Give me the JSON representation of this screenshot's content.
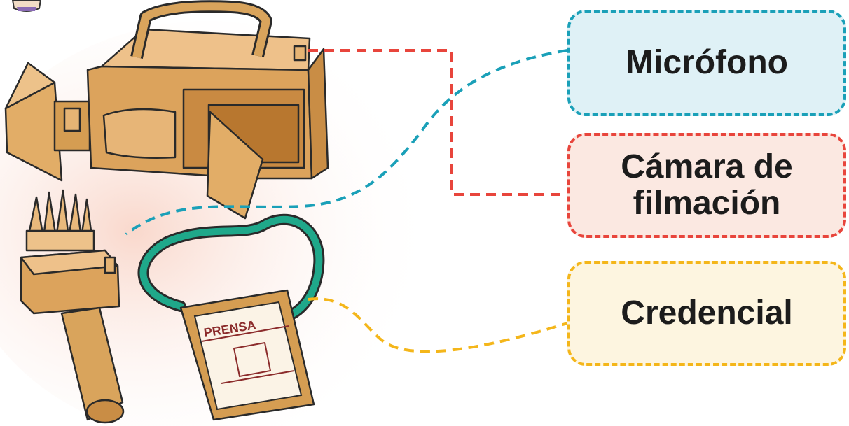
{
  "labels": {
    "microphone": "Micrófono",
    "camera": "Cámara de filmación",
    "credential": "Credencial"
  },
  "badge_text": "PRENSA",
  "colors": {
    "microphone": "#1aa0b8",
    "microphone_fill": "#dff1f6",
    "camera": "#e8453c",
    "camera_fill": "#fbe8e1",
    "credential": "#f4b61a",
    "credential_fill": "#fdf5e0",
    "cardboard": "#d9a45c",
    "lanyard": "#1fa88a"
  }
}
